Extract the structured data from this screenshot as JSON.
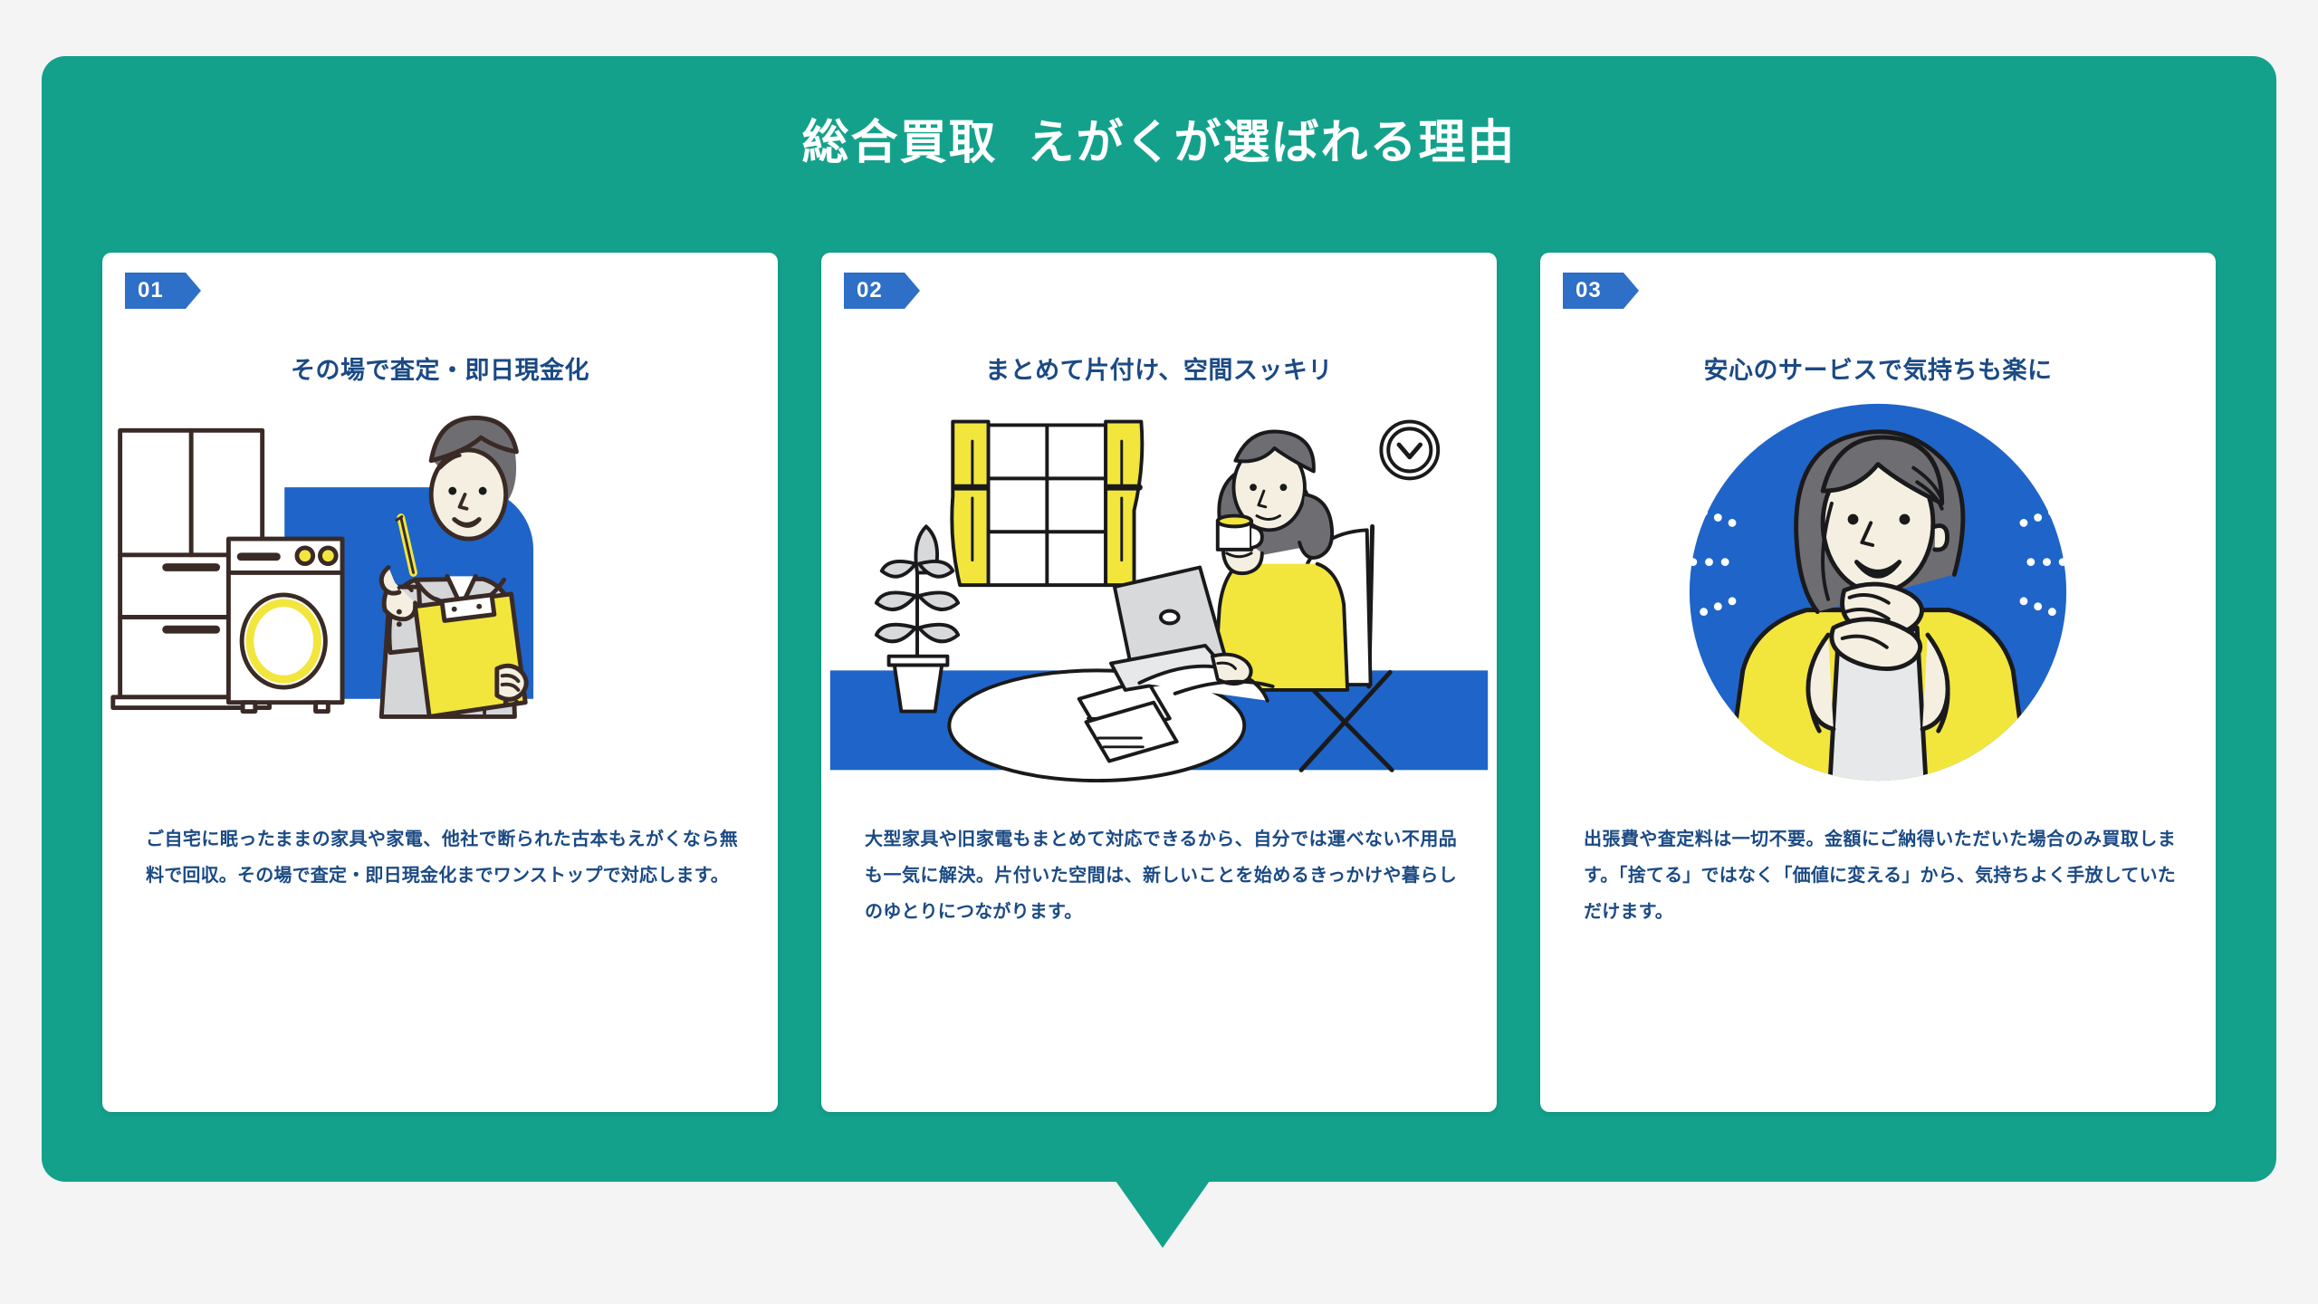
{
  "page": {
    "background_color": "#F4F4F4"
  },
  "panel": {
    "background_color": "#13A18C",
    "title": "総合買取  えがくが選ばれる理由",
    "pointer": "down-triangle"
  },
  "colors": {
    "teal": "#13A18C",
    "badge_blue": "#2E6FC7",
    "illustration_blue": "#1F64C8",
    "heading_navy": "#1B4A84",
    "accent_yellow": "#F2E63C",
    "outline_brown": "#3A2A26",
    "card_white": "#FFFFFF"
  },
  "cards": [
    {
      "badge": "01",
      "heading": "その場で査定・即日現金化",
      "body": "ご自宅に眠ったままの家具や家電、他社で断られた古本もえがくなら無料で回収。その場で査定・即日現金化までワンストップで対応します。",
      "illustration": "appraiser-with-refrigerator-and-washing-machine"
    },
    {
      "badge": "02",
      "heading": "まとめて片付け、空間スッキリ",
      "body": "大型家具や旧家電もまとめて対応できるから、自分では運べない不用品も一気に解決。片付いた空間は、新しいことを始めるきっかけや暮らしのゆとりにつながります。",
      "illustration": "woman-relaxing-with-laptop-in-tidy-room"
    },
    {
      "badge": "03",
      "heading": "安心のサービスで気持ちも楽に",
      "body": "出張費や査定料は一切不要。金額にご納得いただいた場合のみ買取します。「捨てる」ではなく「価値に変える」から、気持ちよく手放していただけます。",
      "illustration": "happy-woman-portrait-in-blue-circle"
    }
  ]
}
